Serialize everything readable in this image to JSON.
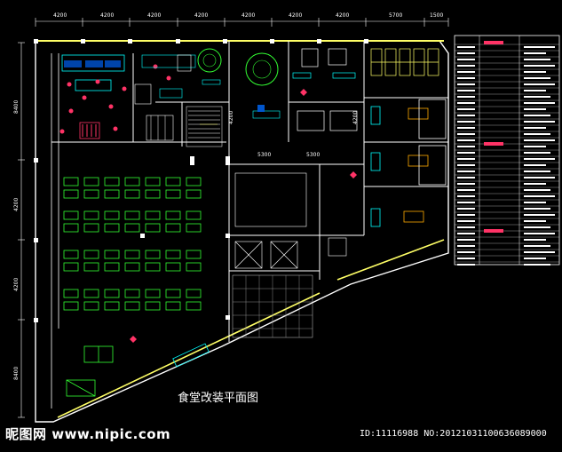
{
  "drawing": {
    "title": "食堂改装平面图",
    "top_dimensions": [
      "4200",
      "4200",
      "4200",
      "4200",
      "4200",
      "4200",
      "4200",
      "5700",
      "1500"
    ],
    "left_dimensions": [
      "8400",
      "4200",
      "4200",
      "8400"
    ],
    "inner_dimensions": [
      "5300",
      "5300",
      "4200",
      "4200"
    ],
    "colors": {
      "background": "#000000",
      "wall": "#ffffff",
      "wall_accent": "#ffff66",
      "furniture": "#33ff33",
      "fixture": "#00ffff",
      "marker": "#ff3366"
    },
    "schedule_table": {
      "visible": true
    }
  },
  "watermark": {
    "site": "昵图网 www.nipic.com",
    "id": "ID:11116988 NO:20121031100636089000"
  }
}
